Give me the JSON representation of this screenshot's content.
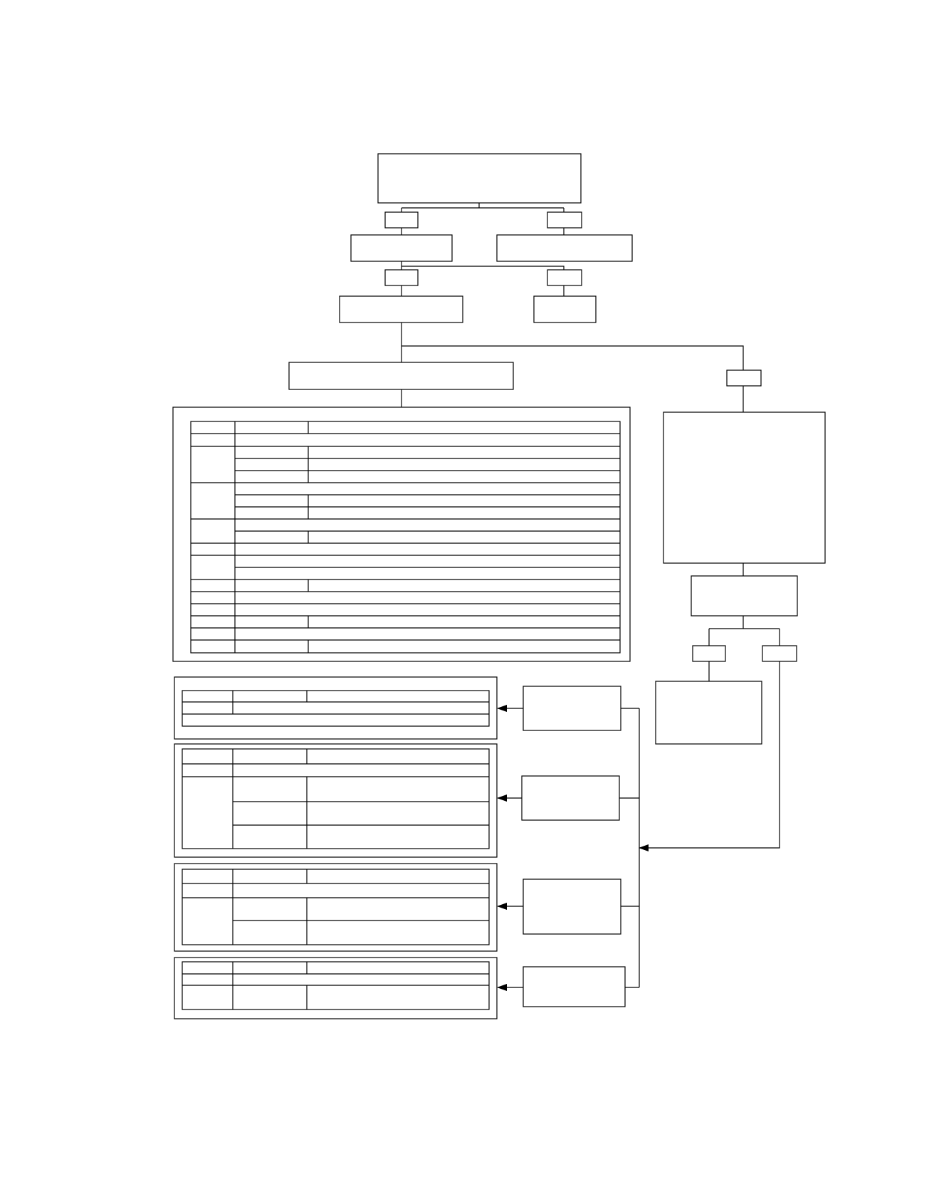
{
  "diagram": {
    "kind": "flowchart-blank",
    "colors": {
      "stroke": "#000000",
      "fill": "#ffffff",
      "background": "#ffffff"
    },
    "nodes": [
      "top-root",
      "tag-left-1",
      "tag-right-1",
      "node-left-l2",
      "node-right-l2",
      "tag-left-2",
      "tag-right-2",
      "node-left-l3",
      "node-right-l3",
      "node-center-l4",
      "tag-right-branch",
      "node-right-large",
      "node-right-mid",
      "tag-right-a",
      "tag-right-b",
      "node-right-small",
      "source-1",
      "source-2",
      "source-3",
      "source-4"
    ],
    "tables": [
      {
        "id": "main-table",
        "rows": 19,
        "columns": 3
      },
      {
        "id": "table-1",
        "rows": 3,
        "columns": 3
      },
      {
        "id": "table-2",
        "rows": 5,
        "columns": 3
      },
      {
        "id": "table-3",
        "rows": 4,
        "columns": 3
      },
      {
        "id": "table-4",
        "rows": 3,
        "columns": 3
      }
    ],
    "texts": []
  }
}
